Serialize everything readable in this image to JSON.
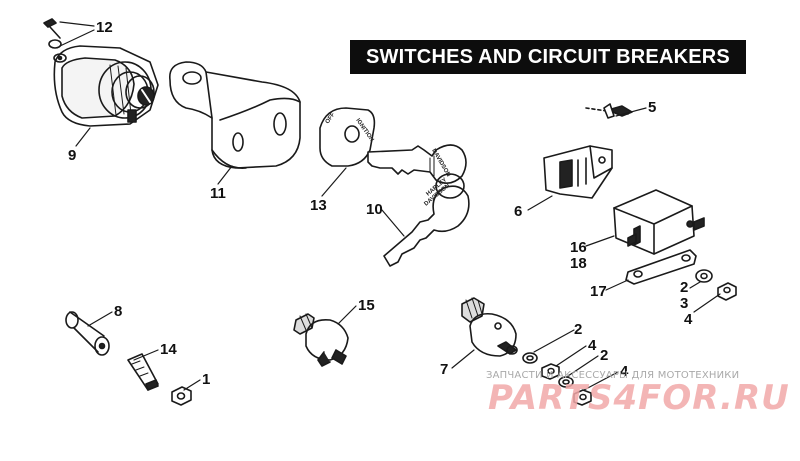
{
  "title": "SWITCHES AND CIRCUIT BREAKERS",
  "callouts": [
    {
      "id": "c12",
      "label": "12"
    },
    {
      "id": "c9",
      "label": "9"
    },
    {
      "id": "c11",
      "label": "11"
    },
    {
      "id": "c13",
      "label": "13"
    },
    {
      "id": "c10",
      "label": "10"
    },
    {
      "id": "c5",
      "label": "5"
    },
    {
      "id": "c6",
      "label": "6"
    },
    {
      "id": "c16",
      "label": "16"
    },
    {
      "id": "c18",
      "label": "18"
    },
    {
      "id": "c17",
      "label": "17"
    },
    {
      "id": "c2a",
      "label": "2"
    },
    {
      "id": "c3",
      "label": "3"
    },
    {
      "id": "c4a",
      "label": "4"
    },
    {
      "id": "c8",
      "label": "8"
    },
    {
      "id": "c14",
      "label": "14"
    },
    {
      "id": "c1",
      "label": "1"
    },
    {
      "id": "c15",
      "label": "15"
    },
    {
      "id": "c7",
      "label": "7"
    },
    {
      "id": "c2b",
      "label": "2"
    },
    {
      "id": "c4b",
      "label": "4"
    },
    {
      "id": "c2c",
      "label": "2"
    },
    {
      "id": "c4c",
      "label": "4"
    }
  ],
  "part_markings": {
    "key_brand": "HARLEY",
    "key_brand2": "DAVIDSON",
    "plate_left": "OFF",
    "plate_right": "IGNITION"
  },
  "watermark": {
    "caption": "ЗАПЧАСТИ И АКСЕССУАРЫ ДЛЯ МОТОТЕХНИКИ",
    "logo": "PARTS4FOR.RU"
  },
  "colors": {
    "title_bg": "#0d0d0d",
    "title_fg": "#ffffff",
    "line": "#1a1a1a",
    "watermark": "#f2a9a9"
  }
}
